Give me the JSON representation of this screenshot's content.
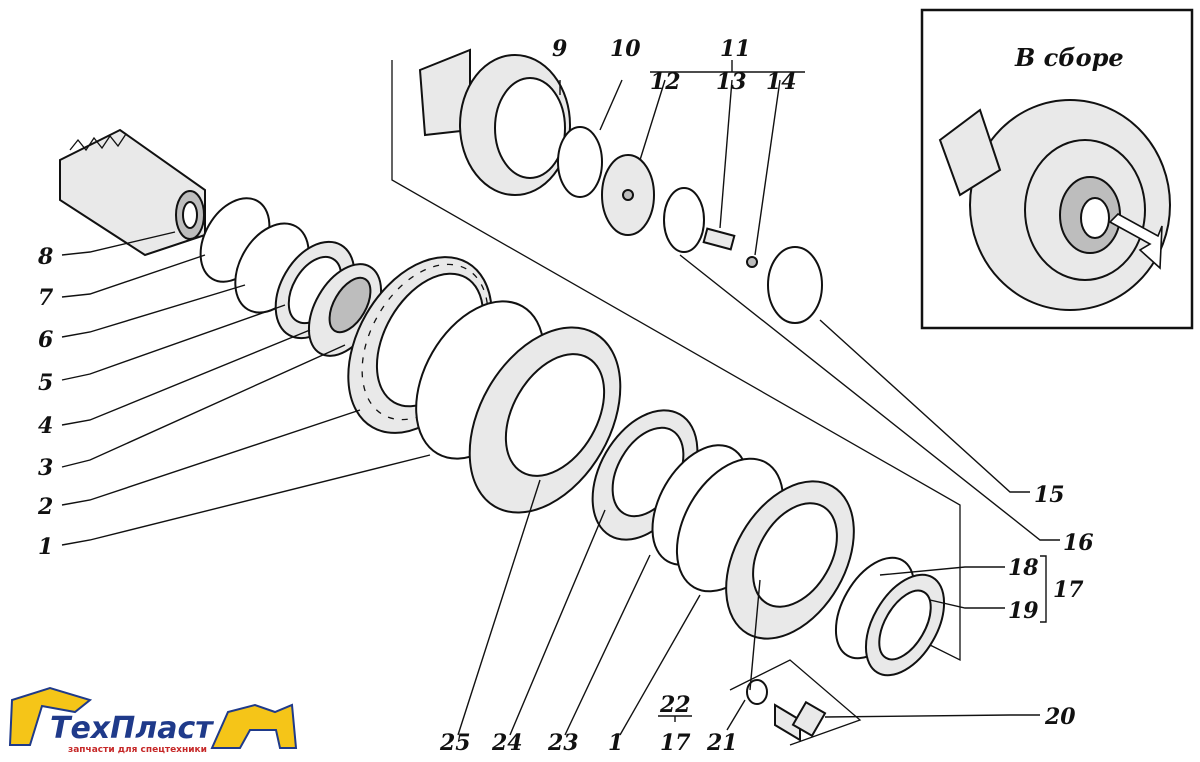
{
  "inset": {
    "title": "В сборе"
  },
  "logo": {
    "name": "ТехПласт",
    "tagline": "запчасти для спецтехники",
    "colors": {
      "text": "#1f3a8a",
      "accent": "#f5c518",
      "tagline": "#c62828"
    }
  },
  "labels": {
    "l1a": "1",
    "l2": "2",
    "l3": "3",
    "l4": "4",
    "l5": "5",
    "l6": "6",
    "l7": "7",
    "l8": "8",
    "l9": "9",
    "l10": "10",
    "l11": "11",
    "l12": "12",
    "l13": "13",
    "l14": "14",
    "l15": "15",
    "l16": "16",
    "l17a": "17",
    "l18": "18",
    "l19": "19",
    "l20": "20",
    "l21": "21",
    "l22": "22",
    "l17b": "17",
    "l1b": "1",
    "l23": "23",
    "l24": "24",
    "l25": "25"
  }
}
